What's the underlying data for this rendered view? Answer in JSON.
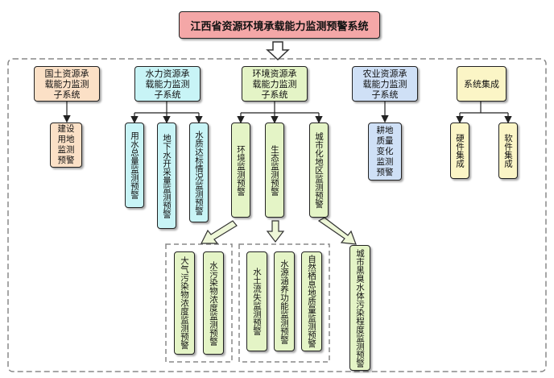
{
  "title": "江西省资源环境承载能力监测预警系统",
  "subsystems": [
    {
      "name": "国土资源承\n载能力监测\n子系统",
      "color": "#fbe0c6",
      "children": [
        "建设用地监测预警"
      ]
    },
    {
      "name": "水力资源承\n载能力监测\n子系统",
      "color": "#c8f4f6",
      "children": [
        "用水总量监测预警",
        "地下水开采量监测预警",
        "水质达标情况监测预警"
      ]
    },
    {
      "name": "环境资源承\n载能力监测\n子系统",
      "color": "#e4f4c6",
      "children": [
        "环境监测预警",
        "生态监测预警",
        "城市化地区监测预警"
      ]
    },
    {
      "name": "农业资源承\n载能力监测\n子系统",
      "color": "#cfe0f6",
      "children": [
        "耕地质量变化监测预警"
      ]
    },
    {
      "name": "系统集成",
      "color": "#fbf5c6",
      "children": [
        "硬件集成",
        "软件集成"
      ]
    }
  ],
  "env_groups": {
    "environment": [
      "大气污染物浓度监测预警",
      "水污染物浓度监测预警"
    ],
    "ecology": [
      "水土流失监测预警",
      "水源涵养功能监测预警",
      "自然栖息地质量监测预警"
    ],
    "urban": [
      "城市黑臭水体污染程度监测预警"
    ]
  }
}
